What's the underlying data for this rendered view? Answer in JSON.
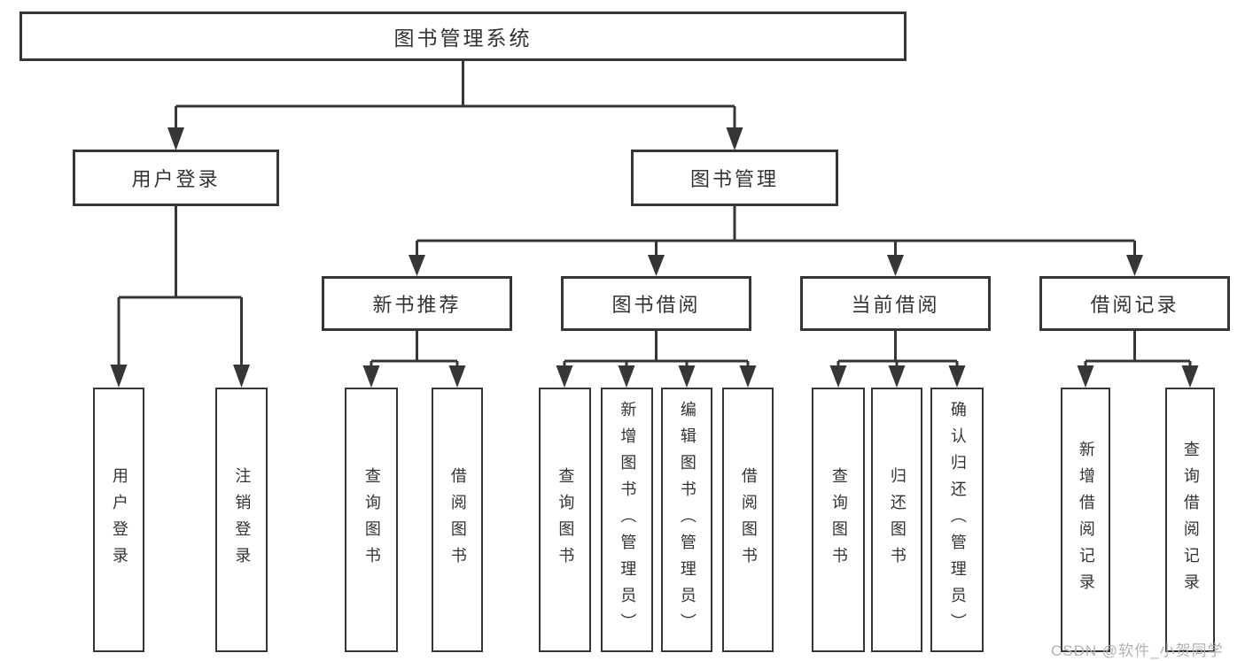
{
  "diagram": {
    "root": {
      "label": "图书管理系统"
    },
    "branches": [
      {
        "label": "用户登录",
        "children": [
          {
            "label": "用户登录"
          },
          {
            "label": "注销登录"
          }
        ]
      },
      {
        "label": "图书管理",
        "sections": [
          {
            "label": "新书推荐",
            "children": [
              {
                "label": "查询图书"
              },
              {
                "label": "借阅图书"
              }
            ]
          },
          {
            "label": "图书借阅",
            "children": [
              {
                "label": "查询图书"
              },
              {
                "label": "新增图书（管理员）"
              },
              {
                "label": "编辑图书（管理员）"
              },
              {
                "label": "借阅图书"
              }
            ]
          },
          {
            "label": "当前借阅",
            "children": [
              {
                "label": "查询图书"
              },
              {
                "label": "归还图书"
              },
              {
                "label": "确认归还（管理员）"
              }
            ]
          },
          {
            "label": "借阅记录",
            "children": [
              {
                "label": "新增借阅记录"
              },
              {
                "label": "查询借阅记录"
              }
            ]
          }
        ]
      }
    ]
  },
  "watermark": {
    "text": "CSDN @软件_小贺同学"
  },
  "colors": {
    "line": "#363636",
    "text": "#333333",
    "background": "#ffffff",
    "watermark": "#b2b2b2"
  }
}
